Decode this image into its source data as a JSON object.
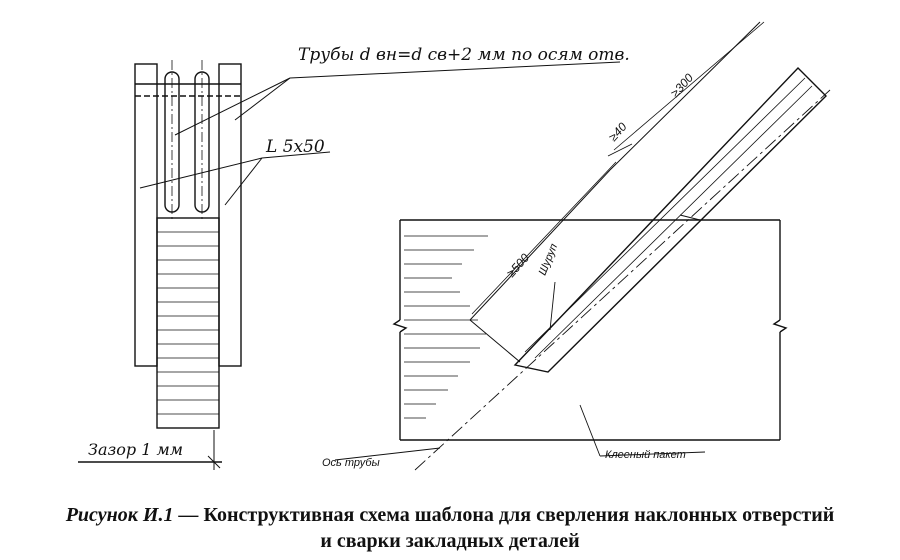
{
  "labels": {
    "pipes": "Трубы d вн=d св+2 мм по осям отв.",
    "angle": "L 5x50",
    "gap": "Зазор 1 мм",
    "pipe_axis": "Ось трубы",
    "screw": "Шуруп",
    "glued_pack": "Клееный пакет",
    "dim_500": "≥500",
    "dim_40": "≥40",
    "dim_300": "≥300"
  },
  "caption": {
    "label": "Рисунок И.1 —",
    "line1": "Конструктивная схема шаблона для сверления наклонных отверстий",
    "line2": "и сварки закладных деталей"
  }
}
